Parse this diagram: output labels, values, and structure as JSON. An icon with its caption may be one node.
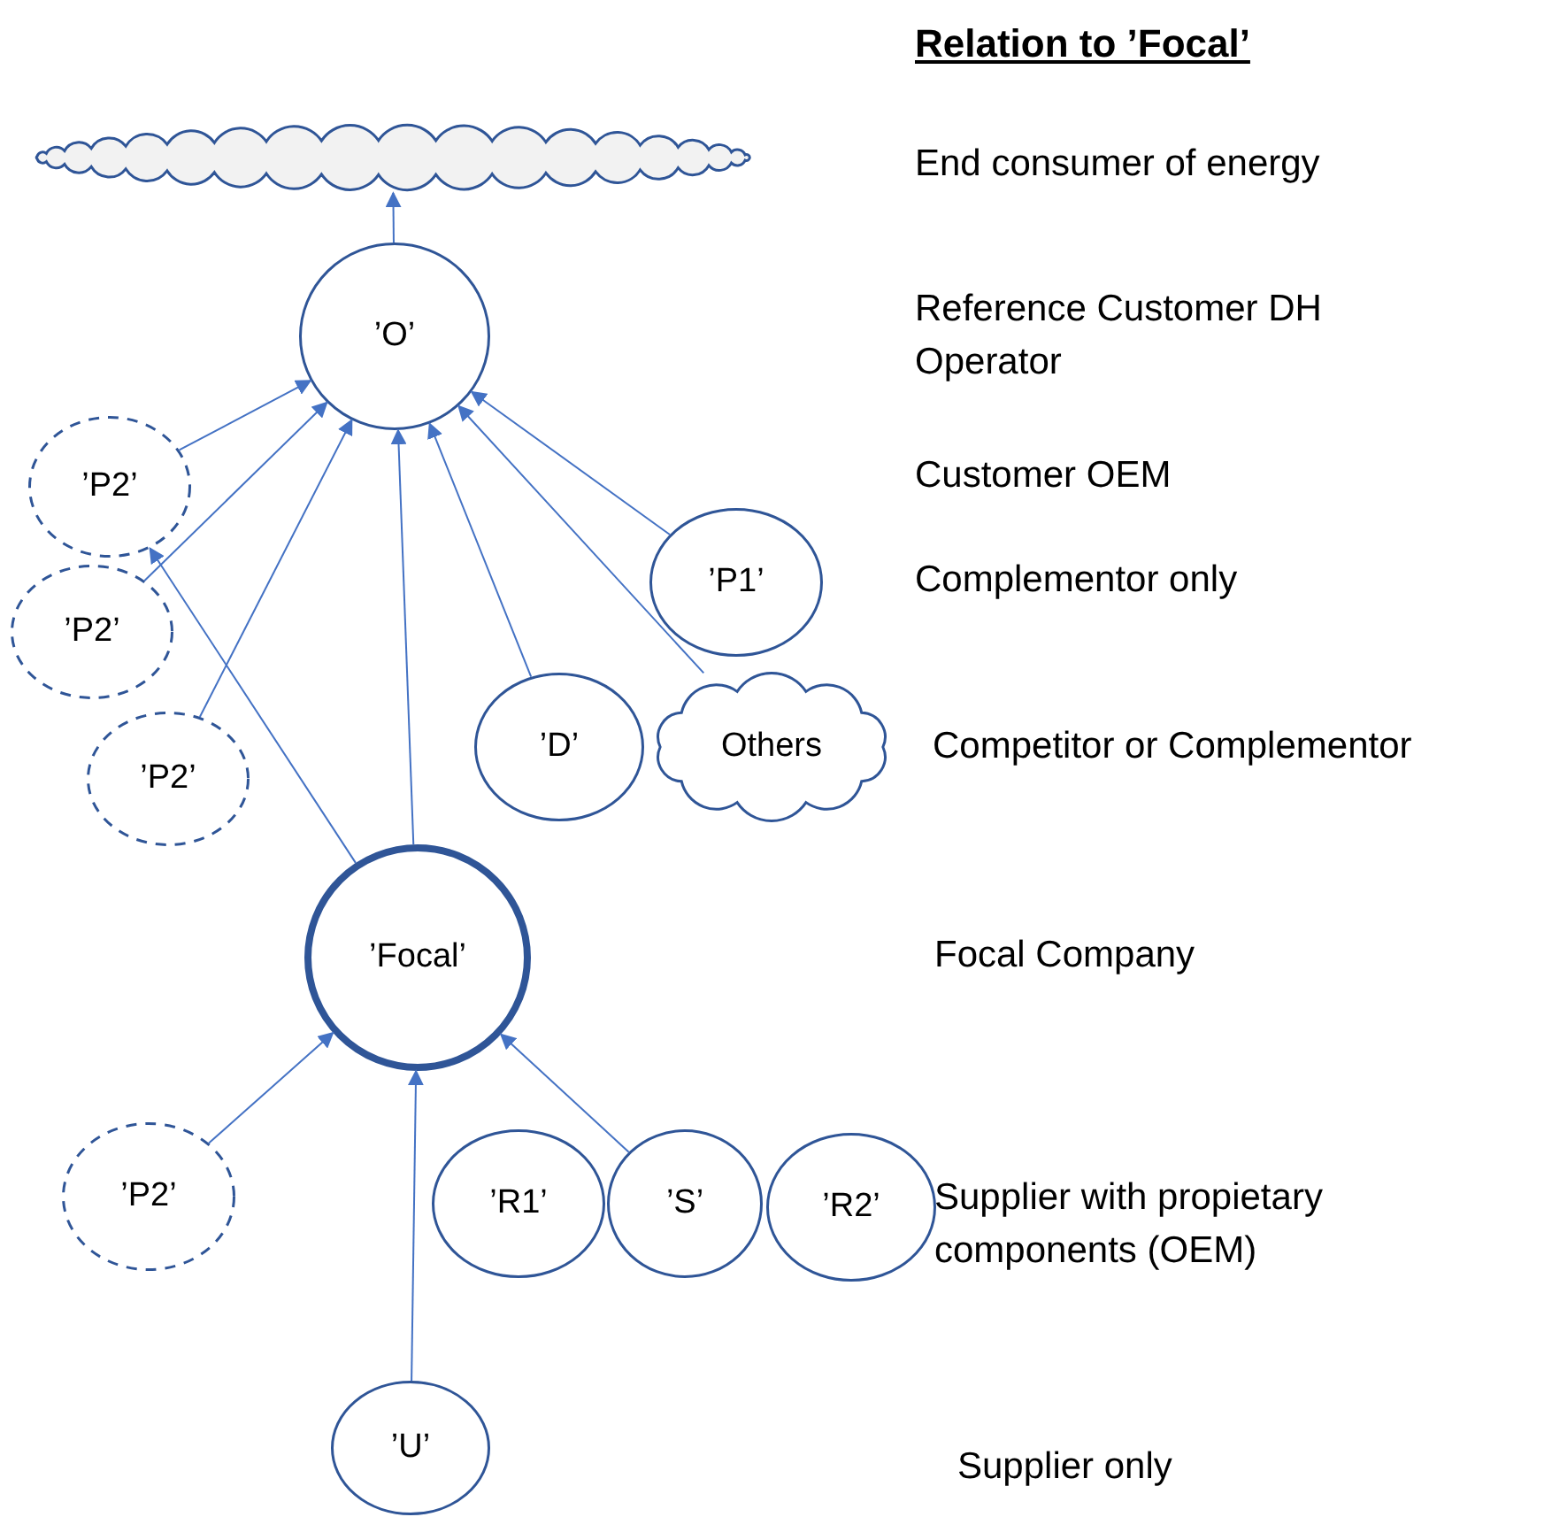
{
  "diagram": {
    "title": "Relation to ’Focal’",
    "nodes": [
      {
        "text": [],
        "shape": "cloud"
      },
      {
        "text": [
          "’O’"
        ]
      },
      {
        "text": [
          "’P2’"
        ]
      },
      {
        "text": [
          "’P2’"
        ]
      },
      {
        "text": [
          "’P2’"
        ]
      },
      {
        "text": [
          "’P1’"
        ]
      },
      {
        "text": [
          "’D’"
        ]
      },
      {
        "text": [
          "Others"
        ]
      },
      {
        "text": [
          "’Focal’"
        ]
      },
      {
        "text": [
          "’P2’"
        ]
      },
      {
        "text": [
          "’R1’"
        ]
      },
      {
        "text": [
          "’S’"
        ]
      },
      {
        "text": [
          "’R2’"
        ]
      },
      {
        "text": [
          "’U’"
        ]
      }
    ],
    "edges": [
      {
        "from": 1,
        "to": 0,
        "arrow": "to"
      },
      {
        "from": 2,
        "to": 1,
        "arrow": "to"
      },
      {
        "from": 3,
        "to": 1,
        "arrow": "to"
      },
      {
        "from": 4,
        "to": 1,
        "arrow": "to"
      },
      {
        "from": 8,
        "to": 2,
        "arrow": "to"
      },
      {
        "from": 8,
        "to": 1,
        "arrow": "to"
      },
      {
        "from": 6,
        "to": 1,
        "arrow": "to"
      },
      {
        "from": 7,
        "to": 1,
        "arrow": "to"
      },
      {
        "from": 5,
        "to": 1,
        "arrow": "to"
      },
      {
        "from": 9,
        "to": 8,
        "arrow": "to"
      },
      {
        "from": 13,
        "to": 8,
        "arrow": "to"
      },
      {
        "from": 11,
        "to": 8,
        "arrow": "to"
      }
    ],
    "labels": [
      "End consumer of energy",
      "Reference Customer DH Operator",
      "Customer OEM",
      "Complementor only",
      "Competitor or Complementor",
      "Focal Company",
      "Supplier with propietary components (OEM)",
      "Supplier only"
    ]
  }
}
